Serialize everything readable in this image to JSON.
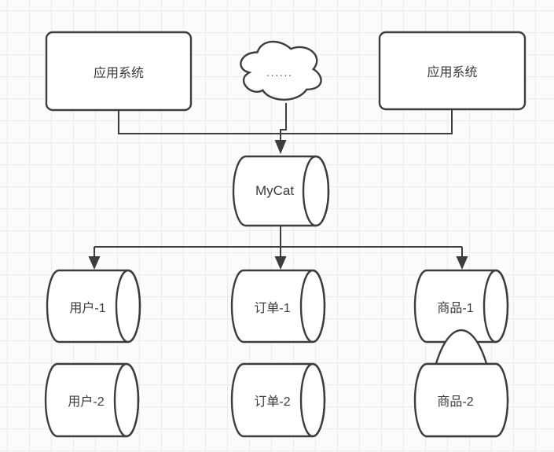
{
  "colors": {
    "stroke": "#3d3d3d",
    "shape-fill": "#ffffff",
    "canvas-bg": "#fbfbfb",
    "grid": "#ebebeb",
    "text": "#3a3a3a"
  },
  "nodes": {
    "app_left": {
      "label": "应用系统",
      "type": "rectangle"
    },
    "cloud": {
      "label": "......",
      "type": "cloud"
    },
    "app_right": {
      "label": "应用系统",
      "type": "rectangle"
    },
    "mycat": {
      "label": "MyCat",
      "type": "cylinder"
    },
    "user_1": {
      "label": "用户-1",
      "type": "cylinder"
    },
    "order_1": {
      "label": "订单-1",
      "type": "cylinder"
    },
    "goods_1": {
      "label": "商品-1",
      "type": "cylinder"
    },
    "user_2": {
      "label": "用户-2",
      "type": "cylinder"
    },
    "order_2": {
      "label": "订单-2",
      "type": "cylinder"
    },
    "goods_2": {
      "label": "商品-2",
      "type": "cylinder"
    }
  },
  "edges": [
    {
      "from": "app_left",
      "to": "mycat",
      "arrow": true
    },
    {
      "from": "app_right",
      "to": "mycat",
      "arrow": true
    },
    {
      "from": "cloud",
      "to": "mycat",
      "arrow": true
    },
    {
      "from": "mycat",
      "to": "user_1",
      "arrow": true
    },
    {
      "from": "mycat",
      "to": "order_1",
      "arrow": true
    },
    {
      "from": "mycat",
      "to": "goods_1",
      "arrow": true
    }
  ]
}
